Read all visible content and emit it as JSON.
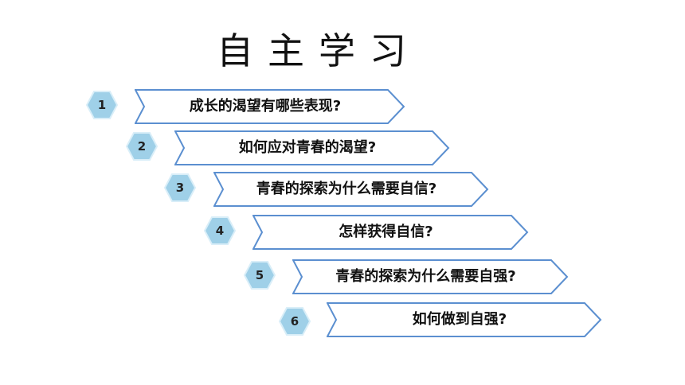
{
  "title": "自主学习",
  "items": [
    {
      "num": "1",
      "text": "成长的渴望有哪些表现?"
    },
    {
      "num": "2",
      "text": "如何应对青春的渴望?"
    },
    {
      "num": "3",
      "text": "青春的探索为什么需要自信?"
    },
    {
      "num": "4",
      "text": "怎样获得自信?"
    },
    {
      "num": "5",
      "text": "青春的探索为什么需要自强?"
    },
    {
      "num": "6",
      "text": "如何做到自强?"
    }
  ],
  "colors": {
    "badge_fill": "#9fd0e8",
    "badge_stroke": "#d9eef8",
    "arrow_stroke": "#5b8fd0",
    "arrow_fill": "#ffffff"
  }
}
